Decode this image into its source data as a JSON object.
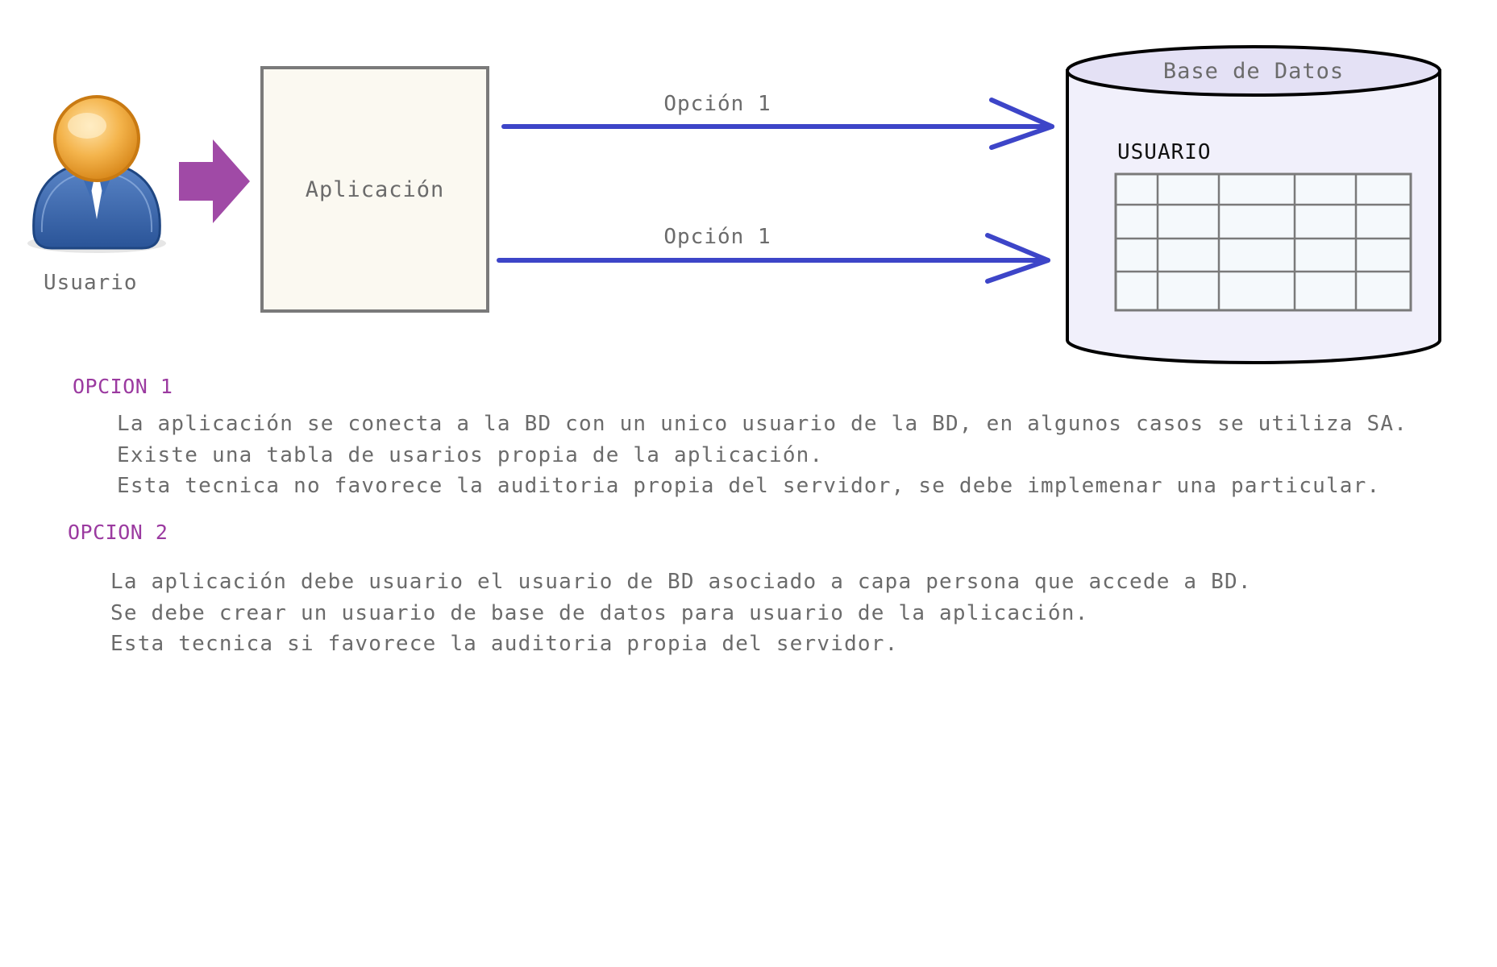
{
  "diagram": {
    "user_label": "Usuario",
    "app_label": "Aplicación",
    "arrow_top_label": "Opción 1",
    "arrow_bottom_label": "Opción 1",
    "database_label": "Base de Datos",
    "table_label": "USUARIO",
    "icons": {
      "user": "user-person-icon",
      "forward_arrow": "forward-arrow-icon",
      "database": "database-cylinder-icon",
      "table": "table-grid-icon"
    },
    "colors": {
      "accent_purple": "#9b3aa0",
      "arrow_blue": "#3d45c8",
      "app_box_fill": "#fbf9f1",
      "db_fill": "#f1f0fb",
      "db_top_fill": "#e4e1f5",
      "table_fill": "#f5f9fc",
      "text_gray": "#6b6b6b"
    }
  },
  "sections": [
    {
      "heading": "OPCION 1",
      "lines": [
        "La aplicación se conecta a la BD con un unico usuario de la BD, en algunos casos se utiliza SA.",
        "Existe una tabla de usarios propia de la aplicación.",
        "Esta tecnica no favorece la auditoria propia del servidor, se debe implemenar una particular."
      ]
    },
    {
      "heading": "OPCION 2",
      "lines": [
        "La aplicación debe usuario el usuario de BD asociado a capa persona que accede a BD.",
        "Se debe crear un usuario de base de datos para usuario de la aplicación.",
        "Esta tecnica si favorece la auditoria propia del servidor."
      ]
    }
  ]
}
